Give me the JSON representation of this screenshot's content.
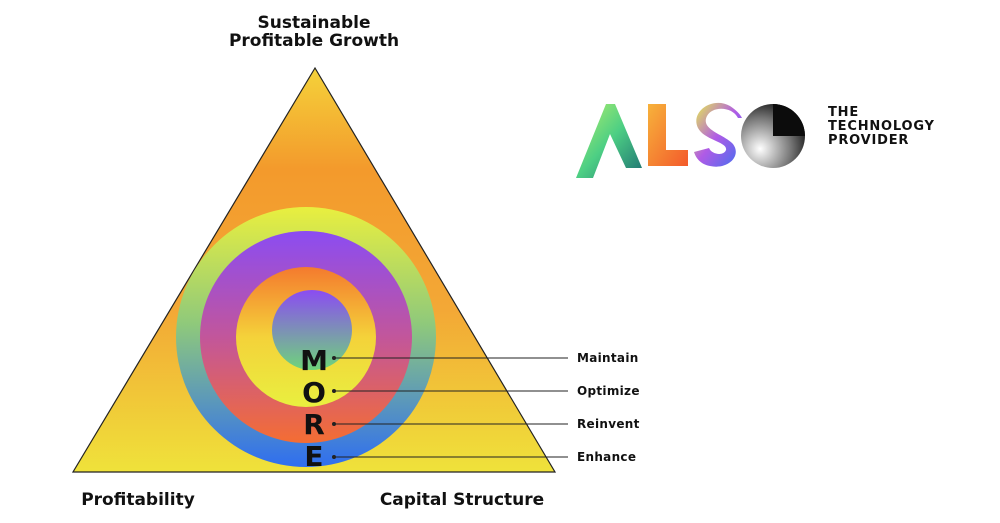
{
  "top_label": [
    "Sustainable",
    "Profitable Growth"
  ],
  "left_label": "Profitability",
  "right_label": "Capital Structure",
  "more_letters": [
    "M",
    "O",
    "R",
    "E"
  ],
  "callouts": [
    "Maintain",
    "Optimize",
    "Reinvent",
    "Enhance"
  ],
  "logo": {
    "wordmark": "ALSO",
    "tagline": [
      "THE",
      "TECHNOLOGY",
      "PROVIDER"
    ]
  },
  "colors": {
    "yellow": "#eee83a",
    "orange": "#f39a2c",
    "purple": "#8b4cf2",
    "blue": "#3a78e8",
    "green": "#6ed57a"
  }
}
